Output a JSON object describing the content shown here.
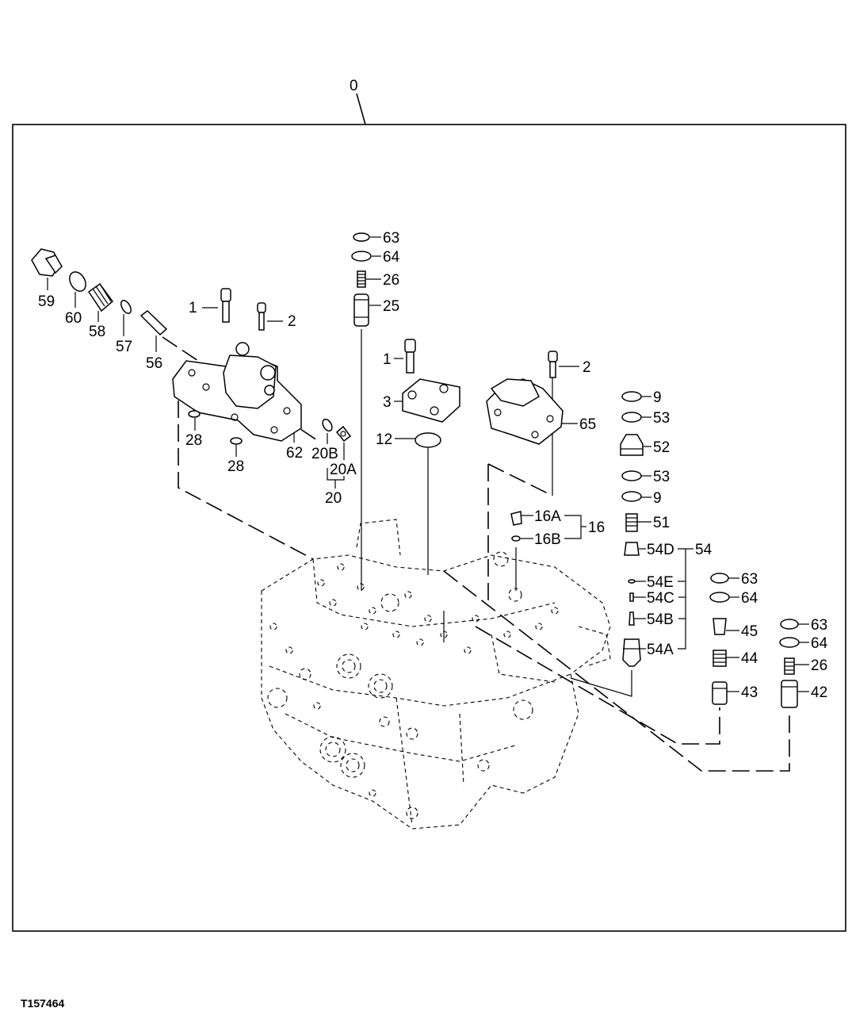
{
  "figure_ref": "T157464",
  "callouts": {
    "c0": "0",
    "c59": "59",
    "c60": "60",
    "c58": "58",
    "c57": "57",
    "c56": "56",
    "c1a": "1",
    "c2a": "2",
    "c28a": "28",
    "c28b": "28",
    "c62": "62",
    "c20b": "20B",
    "c20a": "20A",
    "c20": "20",
    "c63a": "63",
    "c64a": "64",
    "c26a": "26",
    "c25": "25",
    "c1b": "1",
    "c3": "3",
    "c12": "12",
    "c2b": "2",
    "c65": "65",
    "c16a": "16A",
    "c16b": "16B",
    "c16": "16",
    "c9a": "9",
    "c53a": "53",
    "c52": "52",
    "c53b": "53",
    "c9b": "9",
    "c51": "51",
    "c54d": "54D",
    "c54": "54",
    "c54e": "54E",
    "c54c": "54C",
    "c54b": "54B",
    "c54a": "54A",
    "c63b": "63",
    "c64b": "64",
    "c45": "45",
    "c44": "44",
    "c43": "43",
    "c63c": "63",
    "c64c": "64",
    "c26b": "26",
    "c42": "42"
  }
}
